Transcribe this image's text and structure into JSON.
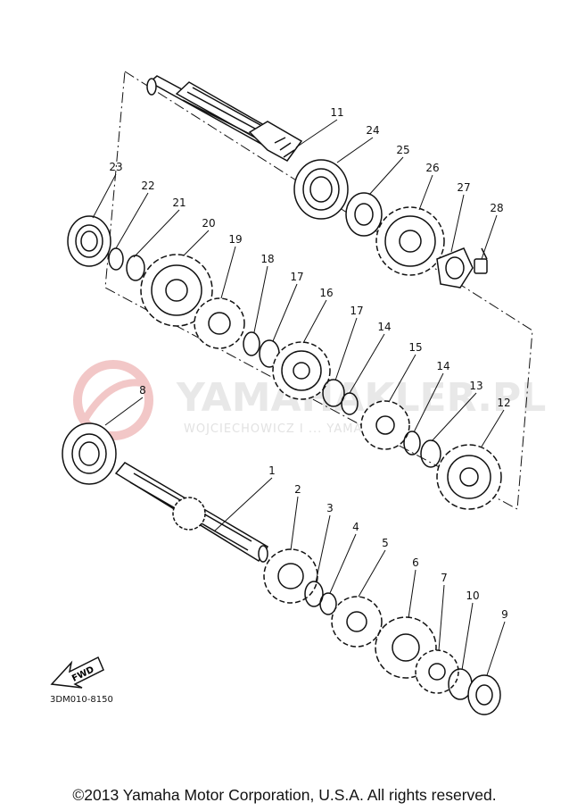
{
  "watermark": {
    "brand": "YAMAHAKLER.PL",
    "sub": "WOJCIECHOWICZ I ... YAMAHA"
  },
  "diagram": {
    "code": "3DM010-8150",
    "fwd_label": "FWD",
    "parts": [
      {
        "n": "11"
      },
      {
        "n": "24"
      },
      {
        "n": "25"
      },
      {
        "n": "26"
      },
      {
        "n": "27"
      },
      {
        "n": "28"
      },
      {
        "n": "23"
      },
      {
        "n": "22"
      },
      {
        "n": "21"
      },
      {
        "n": "20"
      },
      {
        "n": "19"
      },
      {
        "n": "18"
      },
      {
        "n": "17"
      },
      {
        "n": "16"
      },
      {
        "n": "17"
      },
      {
        "n": "14"
      },
      {
        "n": "15"
      },
      {
        "n": "14"
      },
      {
        "n": "13"
      },
      {
        "n": "12"
      },
      {
        "n": "8"
      },
      {
        "n": "1"
      },
      {
        "n": "2"
      },
      {
        "n": "3"
      },
      {
        "n": "4"
      },
      {
        "n": "5"
      },
      {
        "n": "6"
      },
      {
        "n": "7"
      },
      {
        "n": "10"
      },
      {
        "n": "9"
      }
    ]
  },
  "footer": {
    "copyright": "©2013 Yamaha Motor Corporation, U.S.A. All rights reserved."
  }
}
